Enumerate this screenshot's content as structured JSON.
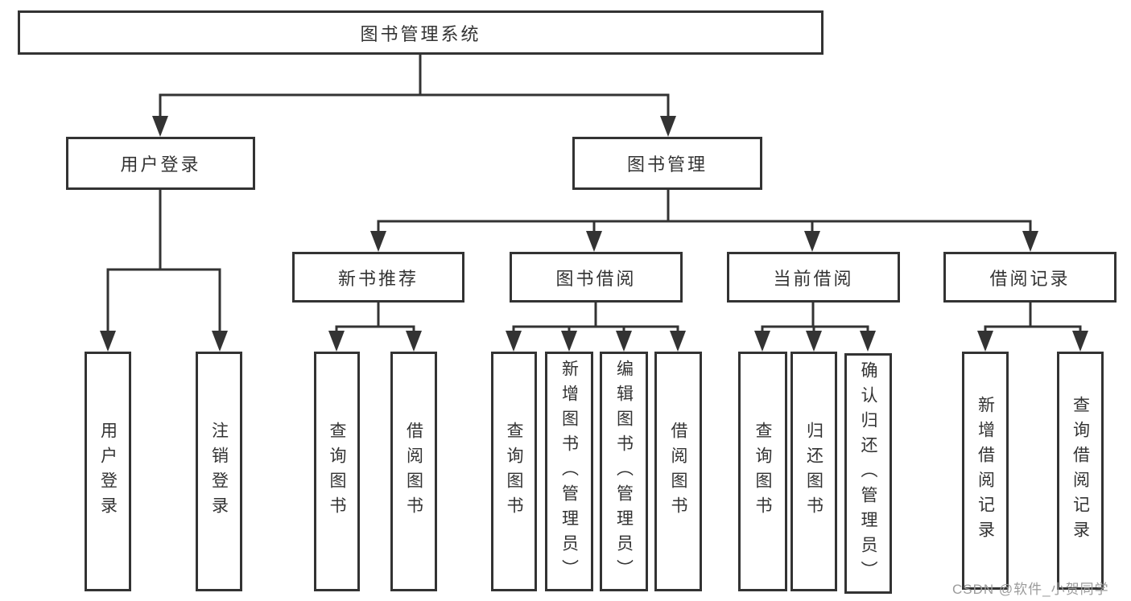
{
  "diagram": {
    "type": "hierarchy-tree",
    "title": "图书管理系统",
    "children": [
      {
        "label": "用户登录",
        "children": [
          {
            "label": "用户登录"
          },
          {
            "label": "注销登录"
          }
        ]
      },
      {
        "label": "图书管理",
        "children": [
          {
            "label": "新书推荐",
            "children": [
              {
                "label": "查询图书"
              },
              {
                "label": "借阅图书"
              }
            ]
          },
          {
            "label": "图书借阅",
            "children": [
              {
                "label": "查询图书"
              },
              {
                "label": "新增图书（管理员）"
              },
              {
                "label": "编辑图书（管理员）"
              },
              {
                "label": "借阅图书"
              }
            ]
          },
          {
            "label": "当前借阅",
            "children": [
              {
                "label": "查询图书"
              },
              {
                "label": "归还图书"
              },
              {
                "label": "确认归还（管理员）"
              }
            ]
          },
          {
            "label": "借阅记录",
            "children": [
              {
                "label": "新增借阅记录"
              },
              {
                "label": "查询借阅记录"
              }
            ]
          }
        ]
      }
    ]
  },
  "watermark": {
    "text": "CSDN @软件_小贺同学"
  },
  "colors": {
    "line": "#333333",
    "box_border": "#333333",
    "text": "#333333",
    "watermark": "#9b9b9b",
    "background": "#ffffff"
  }
}
